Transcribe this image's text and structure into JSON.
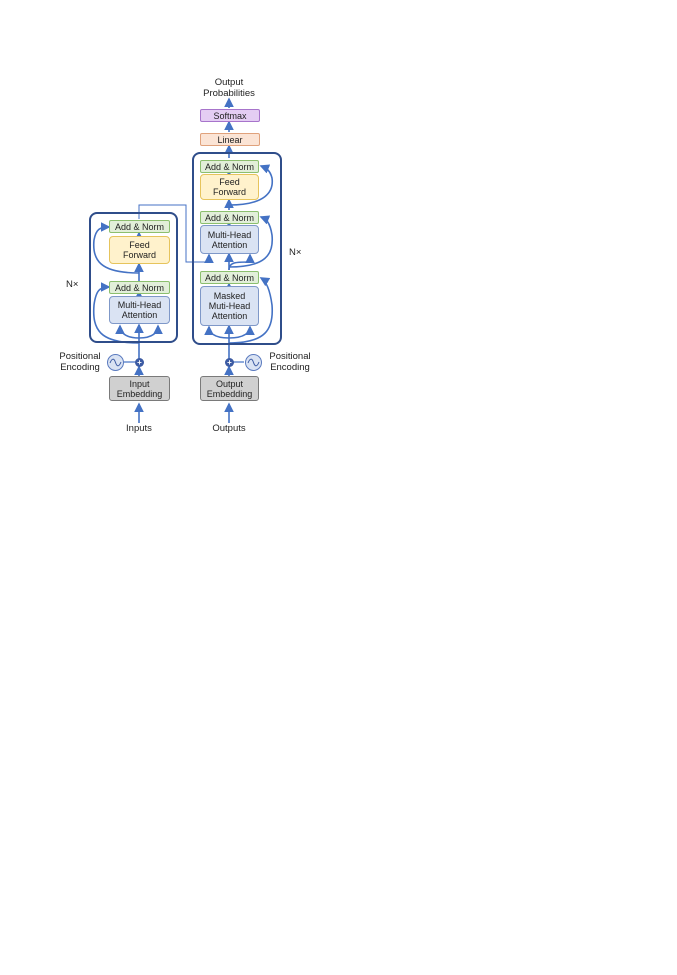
{
  "labels": {
    "output_probabilities": "Output\nProbabilities",
    "softmax": "Softmax",
    "linear": "Linear",
    "inputs": "Inputs",
    "outputs": "Outputs",
    "input_embedding": "Input\nEmbedding",
    "output_embedding": "Output\nEmbedding",
    "positional_encoding": "Positional\nEncoding",
    "nx": "N×",
    "plus": "+"
  },
  "encoder": {
    "add_norm_1": "Add & Norm",
    "add_norm_2": "Add & Norm",
    "feed_forward": "Feed\nForward",
    "multi_head_attention": "Multi-Head\nAttention"
  },
  "decoder": {
    "add_norm_1": "Add & Norm",
    "add_norm_2": "Add & Norm",
    "add_norm_3": "Add & Norm",
    "feed_forward": "Feed\nForward",
    "multi_head_attention": "Multi-Head\nAttention",
    "masked_attention": "Masked\nMuti-Head\nAttention"
  },
  "colors": {
    "arrow": "#4472c4",
    "stack_border": "#2f4d8a",
    "add_norm": "#e2efd9",
    "feed_forward": "#fff2cc",
    "attention": "#dae3f3",
    "embedding": "#d0d0d0",
    "linear": "#fbe4d5",
    "softmax": "#e4cdf3"
  }
}
